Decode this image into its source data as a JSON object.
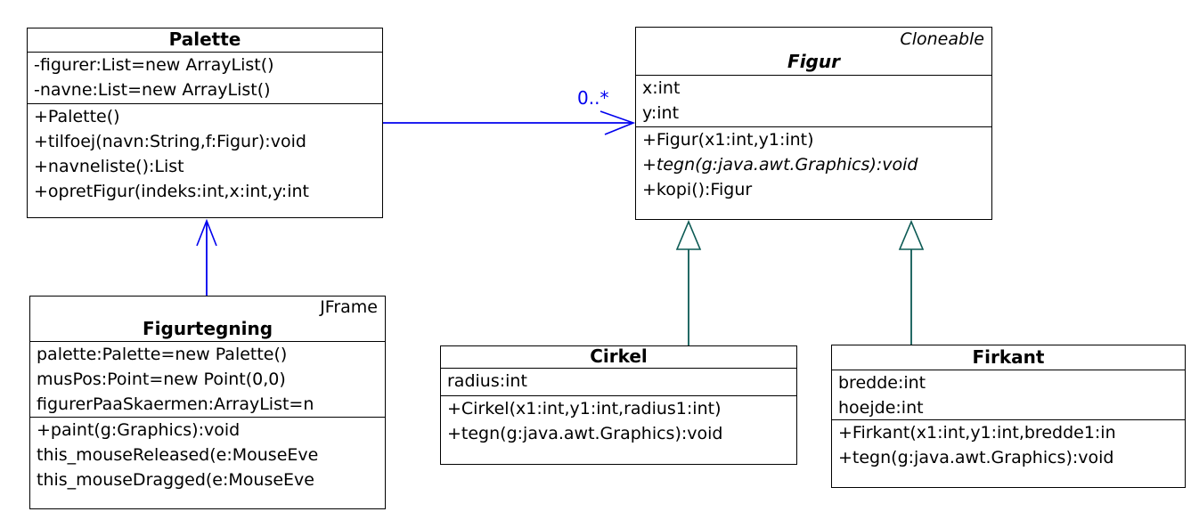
{
  "diagram": {
    "type": "uml-class-diagram",
    "colors": {
      "background": "#ffffff",
      "box_border": "#000000",
      "text": "#000000",
      "association": "#0000ee",
      "generalization": "#0c5a54"
    },
    "classes": {
      "palette": {
        "name": "Palette",
        "attributes": [
          "-figurer:List=new ArrayList()",
          "-navne:List=new ArrayList()"
        ],
        "methods": [
          "+Palette()",
          "+tilfoej(navn:String,f:Figur):void",
          "+navneliste():List",
          "+opretFigur(indeks:int,x:int,y:int"
        ]
      },
      "figur": {
        "annotation": "Cloneable",
        "name": "Figur",
        "attributes": [
          "x:int",
          "y:int"
        ],
        "methods": [
          "+Figur(x1:int,y1:int)",
          "+tegn(g:java.awt.Graphics):void",
          "+kopi():Figur"
        ]
      },
      "figurtegning": {
        "annotation": "JFrame",
        "name": "Figurtegning",
        "attributes": [
          "palette:Palette=new Palette()",
          "musPos:Point=new Point(0,0)",
          "figurerPaaSkaermen:ArrayList=n"
        ],
        "methods": [
          "+paint(g:Graphics):void",
          "this_mouseReleased(e:MouseEve",
          "this_mouseDragged(e:MouseEve"
        ]
      },
      "cirkel": {
        "name": "Cirkel",
        "attributes": [
          "radius:int"
        ],
        "methods": [
          "+Cirkel(x1:int,y1:int,radius1:int)",
          "+tegn(g:java.awt.Graphics):void"
        ]
      },
      "firkant": {
        "name": "Firkant",
        "attributes": [
          "bredde:int",
          "hoejde:int"
        ],
        "methods": [
          "+Firkant(x1:int,y1:int,bredde1:in",
          "+tegn(g:java.awt.Graphics):void"
        ]
      }
    },
    "relations": {
      "palette_to_figur": {
        "type": "association",
        "multiplicity": "0..*"
      },
      "figurtegning_to_palette": {
        "type": "association"
      },
      "cirkel_to_figur": {
        "type": "generalization"
      },
      "firkant_to_figur": {
        "type": "generalization"
      }
    }
  }
}
